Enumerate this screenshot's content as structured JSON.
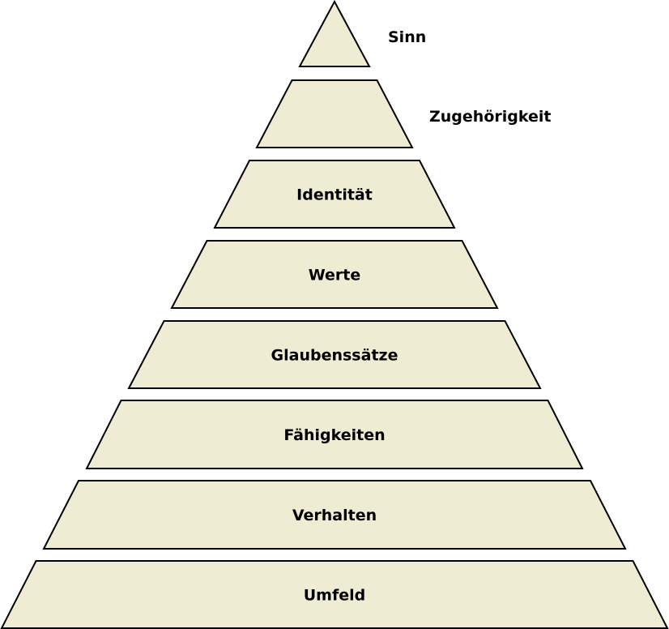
{
  "title": "Pyramide",
  "fill_color": "#efecd4",
  "stroke_color": "#000000",
  "levels": [
    {
      "label": "Sinn",
      "label_position": "outside-right"
    },
    {
      "label": "Zugehörigkeit",
      "label_position": "outside-right"
    },
    {
      "label": "Identität",
      "label_position": "center"
    },
    {
      "label": "Werte",
      "label_position": "center"
    },
    {
      "label": "Glaubenssätze",
      "label_position": "center"
    },
    {
      "label": "Fähigkeiten",
      "label_position": "center"
    },
    {
      "label": "Verhalten",
      "label_position": "center"
    },
    {
      "label": "Umfeld",
      "label_position": "center"
    }
  ]
}
